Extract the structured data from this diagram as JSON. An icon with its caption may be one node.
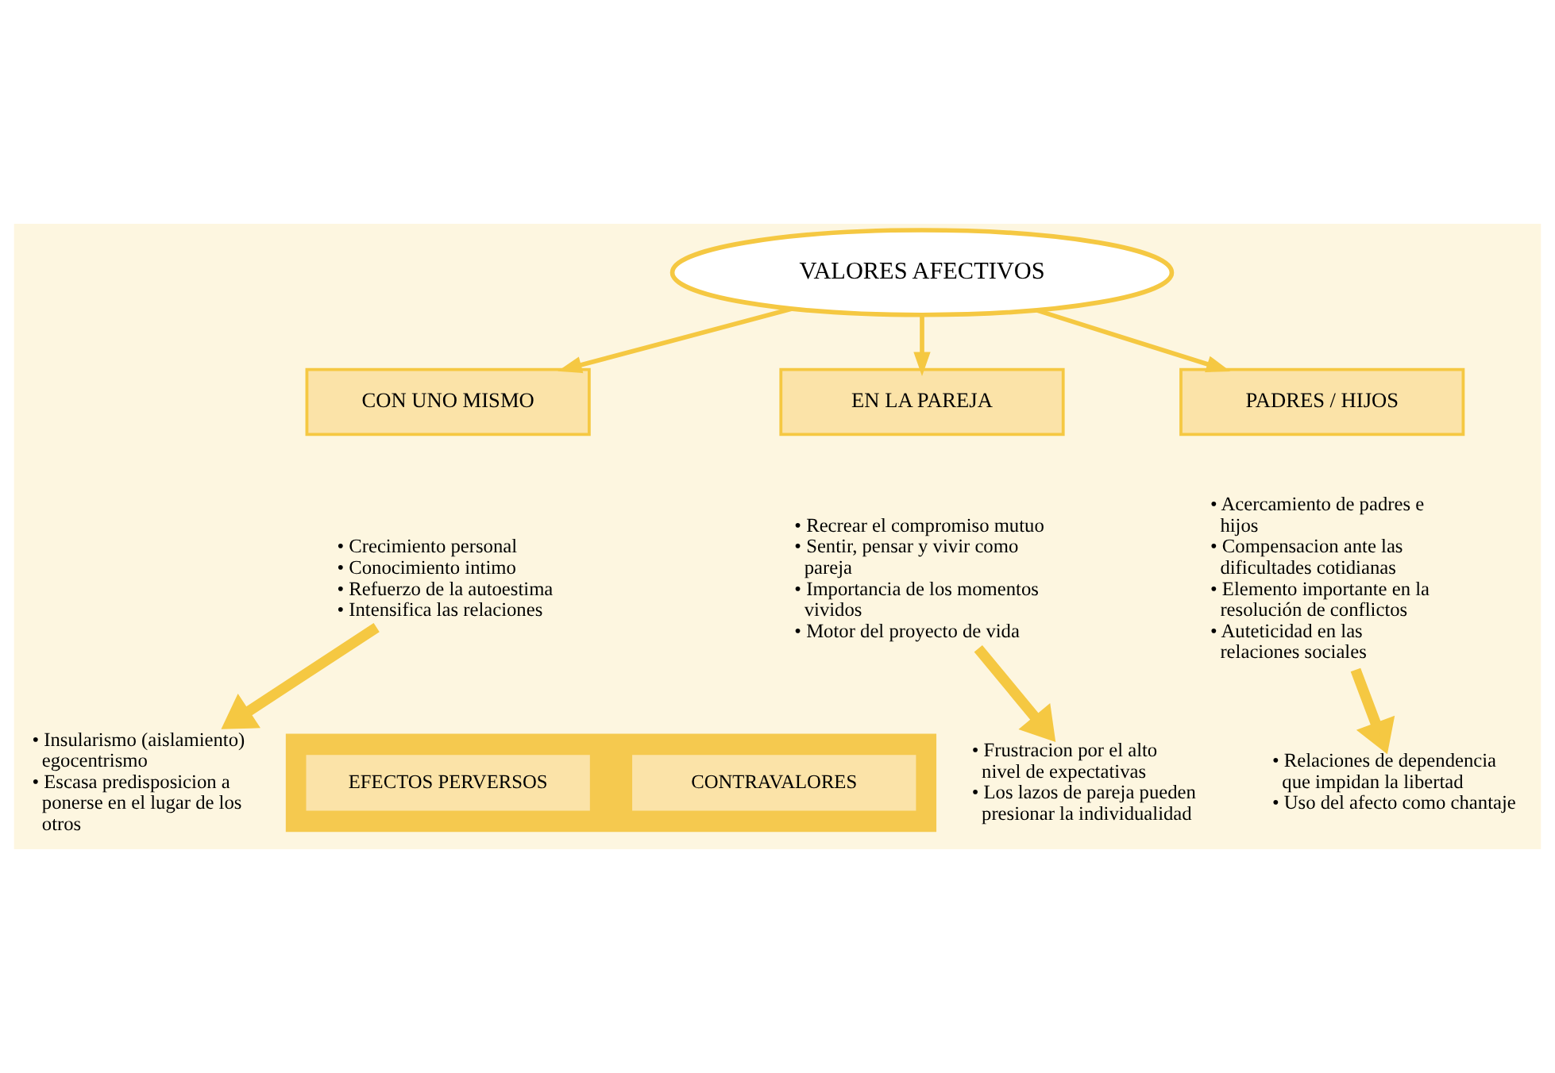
{
  "diagram": {
    "nodes": [
      {
        "text": [
          "VALORES AFECTIVOS"
        ]
      },
      {
        "text": [
          "CON UNO MISMO"
        ]
      },
      {
        "text": [
          "EN LA PAREJA"
        ]
      },
      {
        "text": [
          "PADRES / HIJOS"
        ]
      },
      {
        "text": [
          "• Crecimiento personal",
          "• Conocimiento intimo",
          "• Refuerzo de la autoestima",
          "• Intensifica las relaciones"
        ]
      },
      {
        "text": [
          "• Recrear el compromiso mutuo",
          "• Sentir, pensar y vivir como pareja",
          "• Importancia de los momentos vividos",
          "• Motor del proyecto de vida"
        ]
      },
      {
        "text": [
          "• Acercamiento de padres e hijos",
          "• Compensacion ante las dificultades cotidianas",
          "• Elemento importante en la resolución de conflictos",
          "• Auteticidad en las relaciones sociales"
        ]
      },
      {
        "text": [],
        "shape": "bar"
      },
      {
        "text": [
          "EFECTOS PERVERSOS"
        ],
        "in": 7
      },
      {
        "text": [
          "CONTRAVALORES"
        ],
        "in": 7
      },
      {
        "text": [
          "• Insularismo (aislamiento) egocentrismo",
          "• Escasa predisposicion a ponerse en el lugar de los otros"
        ]
      },
      {
        "text": [
          "• Frustracion por el alto nivel de expectativas",
          "• Los lazos de pareja pueden presionar la individualidad"
        ]
      },
      {
        "text": [
          "• Relaciones de dependencia que impidan la libertad",
          "• Uso del afecto como chantaje"
        ]
      }
    ],
    "edges": [
      {
        "from": 0,
        "to": 1,
        "arrow": "to"
      },
      {
        "from": 0,
        "to": 2,
        "arrow": "to"
      },
      {
        "from": 0,
        "to": 3,
        "arrow": "to"
      },
      {
        "from": 4,
        "to": 10,
        "arrow": "to",
        "style": "thick"
      },
      {
        "from": 5,
        "to": 11,
        "arrow": "to",
        "style": "thick"
      },
      {
        "from": 6,
        "to": 12,
        "arrow": "to",
        "style": "thick"
      }
    ]
  }
}
